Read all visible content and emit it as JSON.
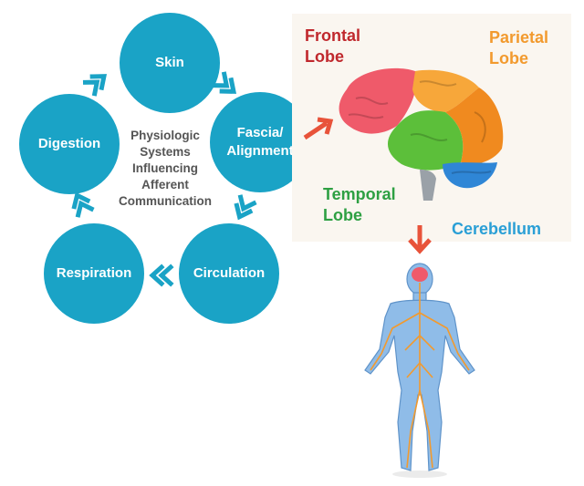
{
  "cycle": {
    "nodes": {
      "skin": {
        "lines": [
          "Skin"
        ]
      },
      "fascia": {
        "lines": [
          "Fascia/",
          "Alignment"
        ]
      },
      "circulation": {
        "lines": [
          "Circulation"
        ]
      },
      "respiration": {
        "lines": [
          "Respiration"
        ]
      },
      "digestion": {
        "lines": [
          "Digestion"
        ]
      }
    },
    "center_lines": [
      "Physiologic",
      "Systems",
      "Influencing",
      "Afferent",
      "Communication"
    ]
  },
  "brain": {
    "labels": {
      "frontal": [
        "Frontal",
        "Lobe"
      ],
      "parietal": [
        "Parietal",
        "Lobe"
      ],
      "temporal": [
        "Temporal",
        "Lobe"
      ],
      "cerebellum": [
        "Cerebellum"
      ]
    }
  },
  "colors": {
    "node": "#1aa3c6",
    "arrow": "#e8533a",
    "frontal": "#c0282d",
    "parietal": "#f29a2e",
    "temporal": "#2ea043",
    "cerebellum": "#2a9fd6"
  },
  "icons": [
    "double-chevron-icon",
    "brain-illustration",
    "human-nervous-system-figure"
  ]
}
